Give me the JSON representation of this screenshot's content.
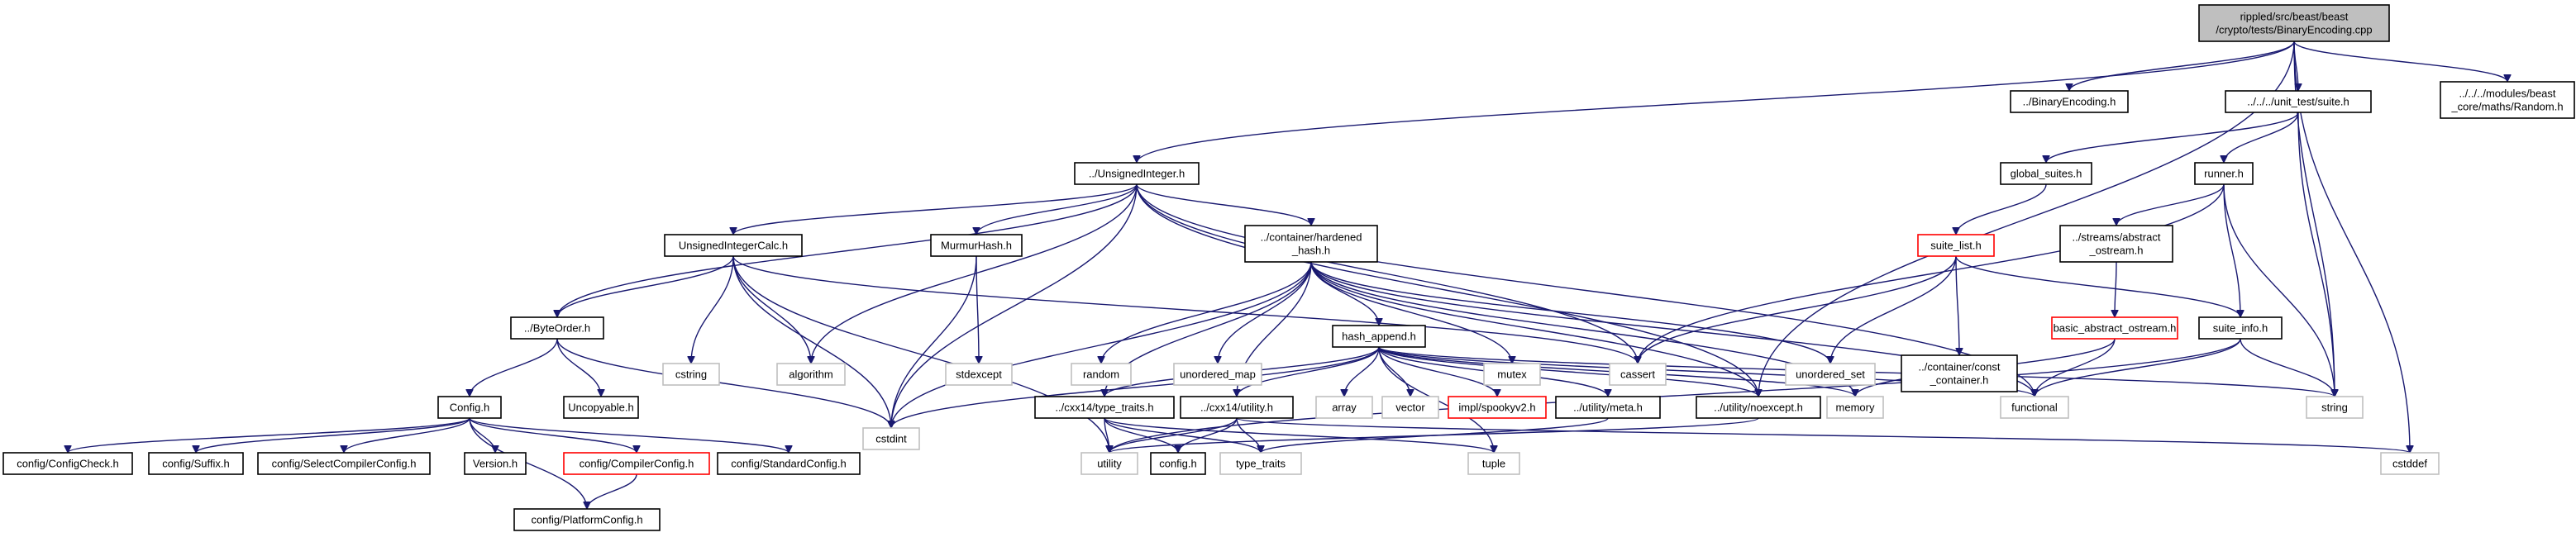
{
  "diagram": {
    "kind": "include-dependency-graph",
    "colors": {
      "root_fill": "#bfbfbf",
      "node_fill": "#ffffff",
      "default_border": "#000000",
      "undocumented_border": "#ff0000",
      "external_border": "#bfbfbf",
      "edge": "#191970"
    },
    "nodes": [
      {
        "id": "root",
        "lines": [
          "rippled/src/beast/beast",
          "/crypto/tests/BinaryEncoding.cpp"
        ],
        "style": "root"
      },
      {
        "id": "binenc",
        "lines": [
          "../BinaryEncoding.h"
        ],
        "style": "default"
      },
      {
        "id": "suite",
        "lines": [
          "../../../unit_test/suite.h"
        ],
        "style": "default"
      },
      {
        "id": "random",
        "lines": [
          "../../../modules/beast",
          "_core/maths/Random.h"
        ],
        "style": "default"
      },
      {
        "id": "uint",
        "lines": [
          "../UnsignedInteger.h"
        ],
        "style": "default"
      },
      {
        "id": "global_suites",
        "lines": [
          "global_suites.h"
        ],
        "style": "default"
      },
      {
        "id": "runner",
        "lines": [
          "runner.h"
        ],
        "style": "default"
      },
      {
        "id": "uintcalc",
        "lines": [
          "UnsignedIntegerCalc.h"
        ],
        "style": "default"
      },
      {
        "id": "murmur",
        "lines": [
          "MurmurHash.h"
        ],
        "style": "default"
      },
      {
        "id": "hardened",
        "lines": [
          "../container/hardened",
          "_hash.h"
        ],
        "style": "default"
      },
      {
        "id": "suite_list",
        "lines": [
          "suite_list.h"
        ],
        "style": "undocumented"
      },
      {
        "id": "streams",
        "lines": [
          "../streams/abstract",
          "_ostream.h"
        ],
        "style": "default"
      },
      {
        "id": "byteorder",
        "lines": [
          "../ByteOrder.h"
        ],
        "style": "default"
      },
      {
        "id": "cstring",
        "lines": [
          "cstring"
        ],
        "style": "external"
      },
      {
        "id": "algorithm",
        "lines": [
          "algorithm"
        ],
        "style": "external"
      },
      {
        "id": "stdexcept",
        "lines": [
          "stdexcept"
        ],
        "style": "external"
      },
      {
        "id": "random_h",
        "lines": [
          "random"
        ],
        "style": "external"
      },
      {
        "id": "unordered_map",
        "lines": [
          "unordered_map"
        ],
        "style": "external"
      },
      {
        "id": "mutex",
        "lines": [
          "mutex"
        ],
        "style": "external"
      },
      {
        "id": "cassert",
        "lines": [
          "cassert"
        ],
        "style": "external"
      },
      {
        "id": "unordered_set",
        "lines": [
          "unordered_set"
        ],
        "style": "external"
      },
      {
        "id": "const_container",
        "lines": [
          "../container/const",
          "_container.h"
        ],
        "style": "default"
      },
      {
        "id": "basic_abs",
        "lines": [
          "basic_abstract_ostream.h"
        ],
        "style": "undocumented"
      },
      {
        "id": "suite_info",
        "lines": [
          "suite_info.h"
        ],
        "style": "default"
      },
      {
        "id": "config",
        "lines": [
          "Config.h"
        ],
        "style": "default"
      },
      {
        "id": "uncopyable",
        "lines": [
          "Uncopyable.h"
        ],
        "style": "default"
      },
      {
        "id": "cstdint",
        "lines": [
          "cstdint"
        ],
        "style": "external"
      },
      {
        "id": "hash_append",
        "lines": [
          "hash_append.h"
        ],
        "style": "default"
      },
      {
        "id": "cxx14_tt",
        "lines": [
          "../cxx14/type_traits.h"
        ],
        "style": "default"
      },
      {
        "id": "cxx14_util",
        "lines": [
          "../cxx14/utility.h"
        ],
        "style": "default"
      },
      {
        "id": "array",
        "lines": [
          "array"
        ],
        "style": "external"
      },
      {
        "id": "vector",
        "lines": [
          "vector"
        ],
        "style": "external"
      },
      {
        "id": "spookyv2",
        "lines": [
          "impl/spookyv2.h"
        ],
        "style": "undocumented"
      },
      {
        "id": "meta",
        "lines": [
          "../utility/meta.h"
        ],
        "style": "default"
      },
      {
        "id": "noexcept",
        "lines": [
          "../utility/noexcept.h"
        ],
        "style": "default"
      },
      {
        "id": "memory",
        "lines": [
          "memory"
        ],
        "style": "external"
      },
      {
        "id": "functional",
        "lines": [
          "functional"
        ],
        "style": "external"
      },
      {
        "id": "string",
        "lines": [
          "string"
        ],
        "style": "external"
      },
      {
        "id": "cstddef",
        "lines": [
          "cstddef"
        ],
        "style": "external"
      },
      {
        "id": "tuple",
        "lines": [
          "tuple"
        ],
        "style": "external"
      },
      {
        "id": "utility",
        "lines": [
          "utility"
        ],
        "style": "external"
      },
      {
        "id": "config_h2",
        "lines": [
          "config.h"
        ],
        "style": "default"
      },
      {
        "id": "type_traits",
        "lines": [
          "type_traits"
        ],
        "style": "external"
      },
      {
        "id": "cfg_check",
        "lines": [
          "config/ConfigCheck.h"
        ],
        "style": "default"
      },
      {
        "id": "cfg_suffix",
        "lines": [
          "config/Suffix.h"
        ],
        "style": "default"
      },
      {
        "id": "cfg_select",
        "lines": [
          "config/SelectCompilerConfig.h"
        ],
        "style": "default"
      },
      {
        "id": "version",
        "lines": [
          "Version.h"
        ],
        "style": "default"
      },
      {
        "id": "cfg_compiler",
        "lines": [
          "config/CompilerConfig.h"
        ],
        "style": "undocumented"
      },
      {
        "id": "cfg_standard",
        "lines": [
          "config/StandardConfig.h"
        ],
        "style": "default"
      },
      {
        "id": "cfg_platform",
        "lines": [
          "config/PlatformConfig.h"
        ],
        "style": "default"
      }
    ],
    "edges": [
      [
        "root",
        "binenc"
      ],
      [
        "root",
        "suite"
      ],
      [
        "root",
        "random"
      ],
      [
        "root",
        "uint"
      ],
      [
        "root",
        "noexcept"
      ],
      [
        "root",
        "string"
      ],
      [
        "root",
        "cstddef"
      ],
      [
        "suite",
        "global_suites"
      ],
      [
        "suite",
        "runner"
      ],
      [
        "suite",
        "string"
      ],
      [
        "uint",
        "uintcalc"
      ],
      [
        "uint",
        "murmur"
      ],
      [
        "uint",
        "hardened"
      ],
      [
        "uint",
        "byteorder"
      ],
      [
        "uint",
        "algorithm"
      ],
      [
        "uint",
        "cstdint"
      ],
      [
        "uint",
        "cassert"
      ],
      [
        "uint",
        "noexcept"
      ],
      [
        "uint",
        "functional"
      ],
      [
        "global_suites",
        "suite_list"
      ],
      [
        "runner",
        "streams"
      ],
      [
        "runner",
        "suite_info"
      ],
      [
        "runner",
        "cassert"
      ],
      [
        "runner",
        "string"
      ],
      [
        "uintcalc",
        "byteorder"
      ],
      [
        "uintcalc",
        "cstring"
      ],
      [
        "uintcalc",
        "algorithm"
      ],
      [
        "uintcalc",
        "cstdint"
      ],
      [
        "uintcalc",
        "cassert"
      ],
      [
        "uintcalc",
        "utility"
      ],
      [
        "murmur",
        "stdexcept"
      ],
      [
        "murmur",
        "cstdint"
      ],
      [
        "hardened",
        "hash_append"
      ],
      [
        "hardened",
        "random_h"
      ],
      [
        "hardened",
        "unordered_map"
      ],
      [
        "hardened",
        "mutex"
      ],
      [
        "hardened",
        "unordered_set"
      ],
      [
        "hardened",
        "cxx14_tt"
      ],
      [
        "hardened",
        "cxx14_util"
      ],
      [
        "hardened",
        "memory"
      ],
      [
        "hardened",
        "functional"
      ],
      [
        "hardened",
        "cstdint"
      ],
      [
        "hardened",
        "noexcept"
      ],
      [
        "suite_list",
        "cassert"
      ],
      [
        "suite_list",
        "unordered_set"
      ],
      [
        "suite_list",
        "const_container"
      ],
      [
        "suite_list",
        "suite_info"
      ],
      [
        "streams",
        "basic_abs"
      ],
      [
        "basic_abs",
        "functional"
      ],
      [
        "basic_abs",
        "memory"
      ],
      [
        "suite_info",
        "functional"
      ],
      [
        "suite_info",
        "string"
      ],
      [
        "suite_info",
        "utility"
      ],
      [
        "byteorder",
        "config"
      ],
      [
        "byteorder",
        "uncopyable"
      ],
      [
        "byteorder",
        "cstdint"
      ],
      [
        "config",
        "cfg_check"
      ],
      [
        "config",
        "cfg_suffix"
      ],
      [
        "config",
        "cfg_select"
      ],
      [
        "config",
        "version"
      ],
      [
        "config",
        "cfg_compiler"
      ],
      [
        "config",
        "cfg_standard"
      ],
      [
        "config",
        "cfg_platform"
      ],
      [
        "cfg_compiler",
        "cfg_platform"
      ],
      [
        "hash_append",
        "cstdint"
      ],
      [
        "hash_append",
        "cxx14_tt"
      ],
      [
        "hash_append",
        "cxx14_util"
      ],
      [
        "hash_append",
        "array"
      ],
      [
        "hash_append",
        "vector"
      ],
      [
        "hash_append",
        "spookyv2"
      ],
      [
        "hash_append",
        "meta"
      ],
      [
        "hash_append",
        "noexcept"
      ],
      [
        "hash_append",
        "memory"
      ],
      [
        "hash_append",
        "functional"
      ],
      [
        "hash_append",
        "string"
      ],
      [
        "hash_append",
        "tuple"
      ],
      [
        "cxx14_tt",
        "config_h2"
      ],
      [
        "cxx14_tt",
        "type_traits"
      ],
      [
        "cxx14_tt",
        "tuple"
      ],
      [
        "cxx14_tt",
        "utility"
      ],
      [
        "cxx14_util",
        "config_h2"
      ],
      [
        "cxx14_util",
        "type_traits"
      ],
      [
        "cxx14_util",
        "utility"
      ],
      [
        "cxx14_util",
        "cstddef"
      ],
      [
        "meta",
        "type_traits"
      ],
      [
        "noexcept",
        "utility"
      ]
    ]
  }
}
